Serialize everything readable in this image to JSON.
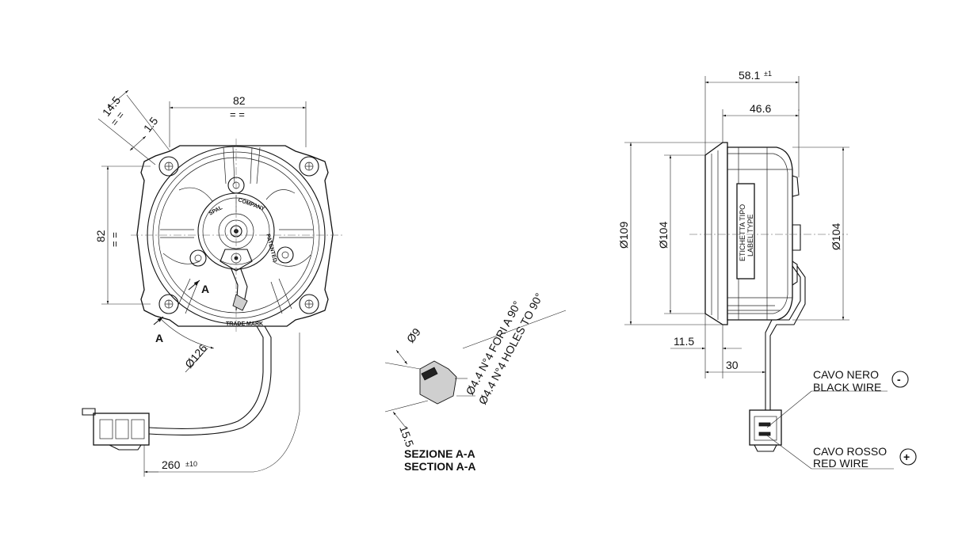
{
  "front_view": {
    "dim_width": "82",
    "dim_width_eq": "= =",
    "dim_height": "82",
    "dim_height_eq": "= =",
    "dim_offset_1": "14.5",
    "dim_offset_2": "1.5",
    "dim_diameter": "Ø126",
    "dim_cable": "260",
    "dim_cable_tol": "±10",
    "section_mark_1": "A",
    "section_mark_2": "A",
    "hub_brand": "SPAL",
    "hub_patented": "PATENTED",
    "hub_small_text": "COMPANY",
    "rim_text": "TRADE MARK"
  },
  "section": {
    "dim_dia": "Ø9",
    "dim_depth": "15.5",
    "holes_it": "Ø4.4 N°4 FORI A 90°",
    "holes_en": "Ø4.4 N°4 HOLES TO 90°",
    "title_it": "SEZIONE A-A",
    "title_en": "SECTION A-A"
  },
  "side_view": {
    "dim_total": "58.1",
    "dim_total_tol": "±1",
    "dim_body": "46.6",
    "dim_outer_dia": "Ø109",
    "dim_inner_dia": "Ø104",
    "dim_right_dia": "Ø104",
    "dim_flange": "11.5",
    "dim_wire_offset": "30",
    "label_it": "ETICHETTA TIPO",
    "label_en": "LABEL TYPE"
  },
  "wires": {
    "black_it": "CAVO NERO",
    "black_en": "BLACK WIRE",
    "black_sign": "-",
    "red_it": "CAVO ROSSO",
    "red_en": "RED WIRE",
    "red_sign": "+"
  }
}
